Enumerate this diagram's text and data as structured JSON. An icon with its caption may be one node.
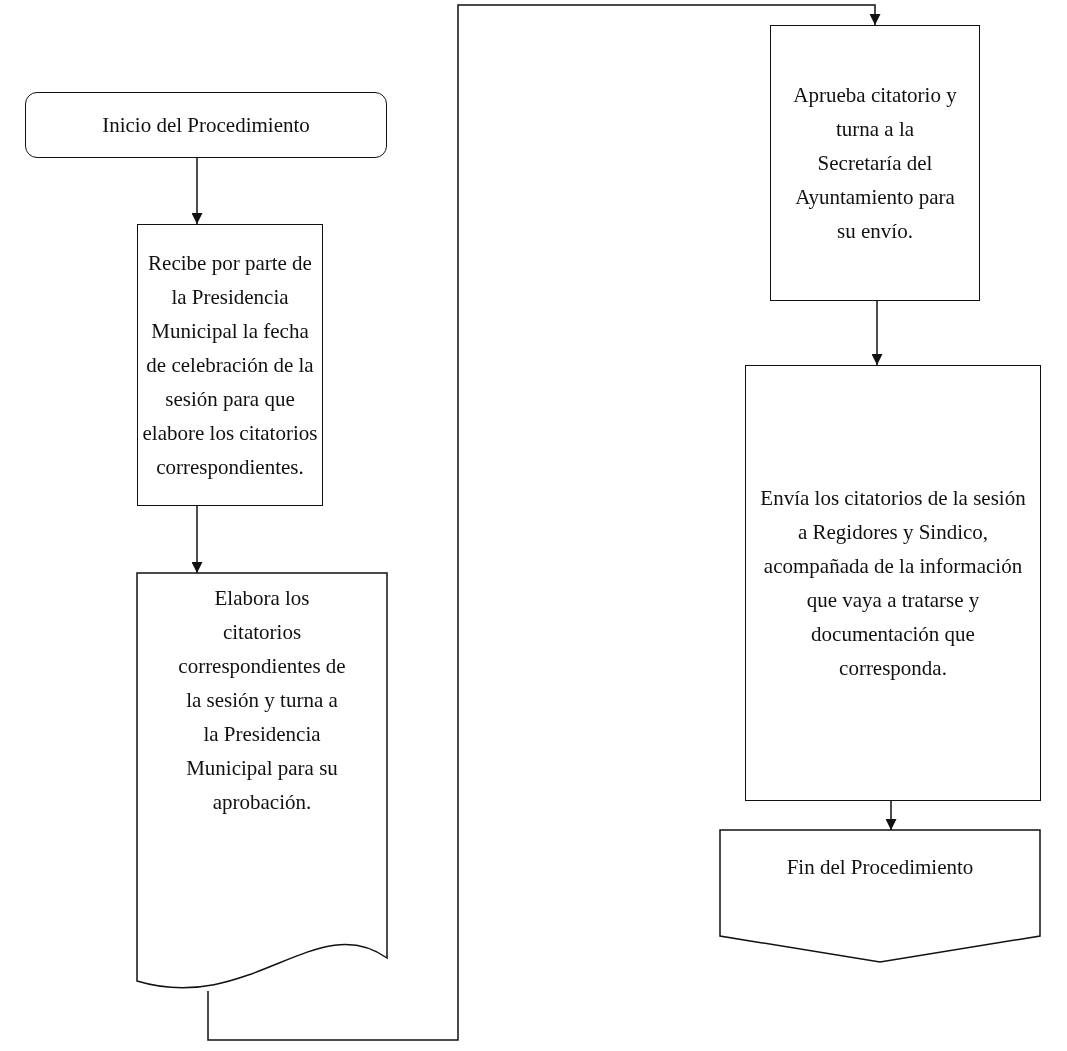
{
  "diagram": {
    "nodes": [
      {
        "text": [
          "Inicio del Procedimiento"
        ]
      },
      {
        "text": [
          "Recibe por parte de la Presidencia Municipal la fecha de celebración de la sesión para que elabore los citatorios correspondientes."
        ]
      },
      {
        "text": [
          "Elabora los citatorios correspondientes de la sesión y turna a la Presidencia Municipal para su aprobación."
        ]
      },
      {
        "text": [
          "Aprueba citatorio y turna a la Secretaría del Ayuntamiento para su envío."
        ]
      },
      {
        "text": [
          "Envía los citatorios de la sesión a Regidores y Sindico, acompañada de la información que vaya a tratarse y documentación que corresponda."
        ]
      },
      {
        "text": [
          "Fin del Procedimiento"
        ]
      }
    ],
    "edges": [
      {
        "from": 0,
        "to": 1,
        "arrow": "to"
      },
      {
        "from": 1,
        "to": 2,
        "arrow": "to"
      },
      {
        "from": 2,
        "to": 3,
        "arrow": "to"
      },
      {
        "from": 3,
        "to": 4,
        "arrow": "to"
      },
      {
        "from": 4,
        "to": 5,
        "arrow": "to"
      }
    ]
  }
}
